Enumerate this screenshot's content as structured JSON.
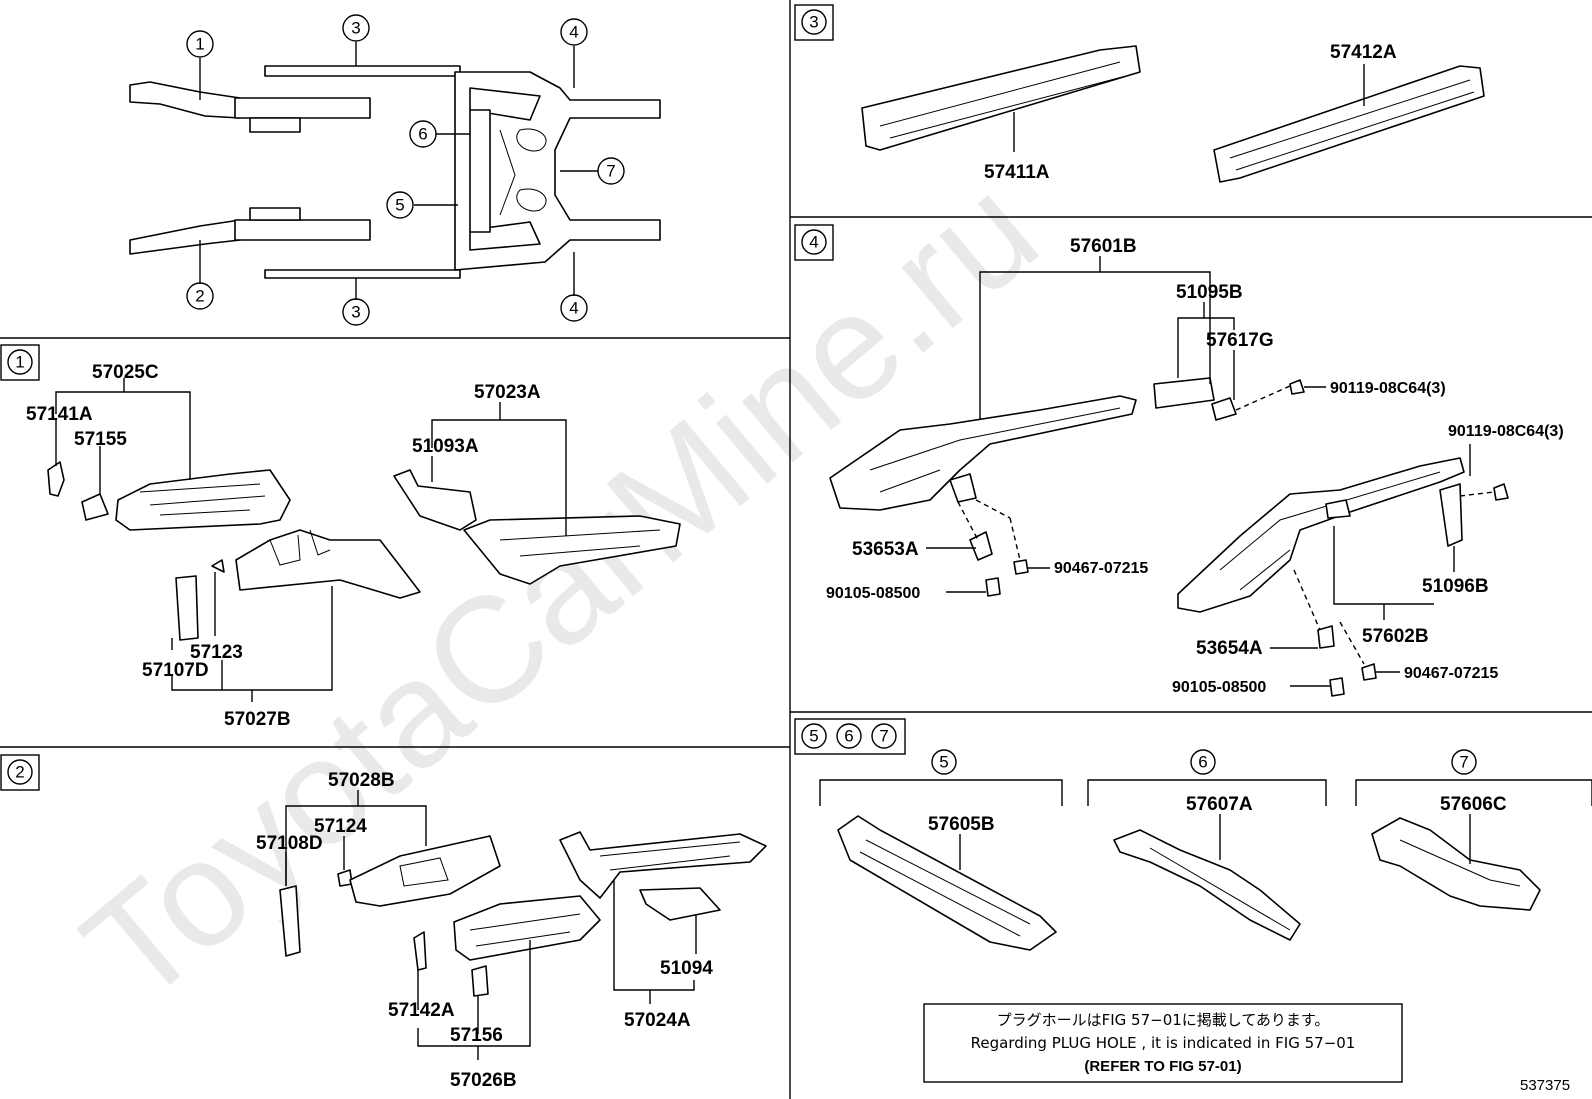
{
  "watermark": "ToyotaCarMine.ru",
  "figure_number": "537375",
  "callouts": {
    "c1": "1",
    "c2": "2",
    "c3": "3",
    "c4": "4",
    "c5": "5",
    "c6": "6",
    "c7": "7"
  },
  "overview": {
    "callouts": [
      "1",
      "3",
      "4",
      "6",
      "5",
      "7",
      "2",
      "3",
      "4"
    ]
  },
  "sections": {
    "s1": {
      "tag": "1",
      "parts": {
        "p57025C": "57025C",
        "p57141A": "57141A",
        "p57155": "57155",
        "p57023A": "57023A",
        "p51093A": "51093A",
        "p57123": "57123",
        "p57107D": "57107D",
        "p57027B": "57027B"
      }
    },
    "s2": {
      "tag": "2",
      "parts": {
        "p57028B": "57028B",
        "p57124": "57124",
        "p57108D": "57108D",
        "p51094": "51094",
        "p57024A": "57024A",
        "p57142A": "57142A",
        "p57156": "57156",
        "p57026B": "57026B"
      }
    },
    "s3": {
      "tag": "3",
      "parts": {
        "p57411A": "57411A",
        "p57412A": "57412A"
      }
    },
    "s4": {
      "tag": "4",
      "parts": {
        "p57601B": "57601B",
        "p51095B": "51095B",
        "p57617G": "57617G",
        "p90119a": "90119-08C64(3)",
        "p90119b": "90119-08C64(3)",
        "p53653A": "53653A",
        "p90467a": "90467-07215",
        "p90105a": "90105-08500",
        "p51096B": "51096B",
        "p57602B": "57602B",
        "p53654A": "53654A",
        "p90105b": "90105-08500",
        "p90467b": "90467-07215"
      }
    },
    "s567": {
      "tags": [
        "5",
        "6",
        "7"
      ],
      "parts": {
        "p57605B": "57605B",
        "p57607A": "57607A",
        "p57606C": "57606C"
      }
    }
  },
  "note": {
    "jp": "プラグホールはFIG 57−01に掲載してあります。",
    "en": "Regarding PLUG HOLE , it is indicated in FIG 57−01",
    "ref": "(REFER TO FIG 57-01)"
  }
}
